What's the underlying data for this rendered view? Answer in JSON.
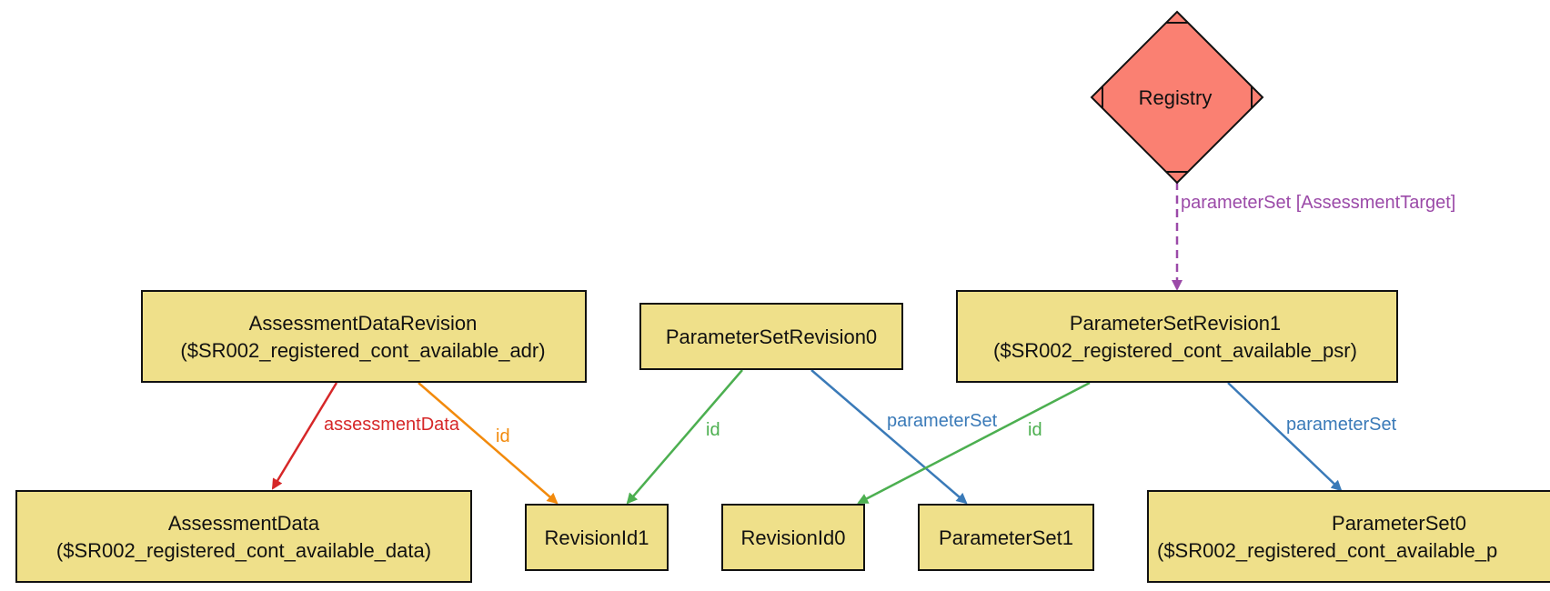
{
  "colors": {
    "node_fill": "#efe08a",
    "registry_fill": "#fa8072",
    "red": "#d62728",
    "orange": "#f28a0c",
    "green": "#4caf50",
    "blue": "#3a7ab8",
    "purple": "#9b4aa8"
  },
  "nodes": {
    "registry": {
      "label": "Registry"
    },
    "assessment_data_revision": {
      "line1": "AssessmentDataRevision",
      "line2": "($SR002_registered_cont_available_adr)"
    },
    "parameter_set_revision0": {
      "line1": "ParameterSetRevision0"
    },
    "parameter_set_revision1": {
      "line1": "ParameterSetRevision1",
      "line2": "($SR002_registered_cont_available_psr)"
    },
    "assessment_data": {
      "line1": "AssessmentData",
      "line2": "($SR002_registered_cont_available_data)"
    },
    "revision_id1": {
      "line1": "RevisionId1"
    },
    "revision_id0": {
      "line1": "RevisionId0"
    },
    "parameter_set1": {
      "line1": "ParameterSet1"
    },
    "parameter_set0": {
      "line1": "ParameterSet0",
      "line2": "($SR002_registered_cont_available_p"
    }
  },
  "edges": {
    "registry_to_psr1": "parameterSet [AssessmentTarget]",
    "adr_to_data": "assessmentData",
    "adr_to_rev1": "id",
    "psr0_to_rev1": "id",
    "psr0_to_ps1": "parameterSet",
    "psr1_to_rev0": "id",
    "psr1_to_ps0": "parameterSet"
  }
}
